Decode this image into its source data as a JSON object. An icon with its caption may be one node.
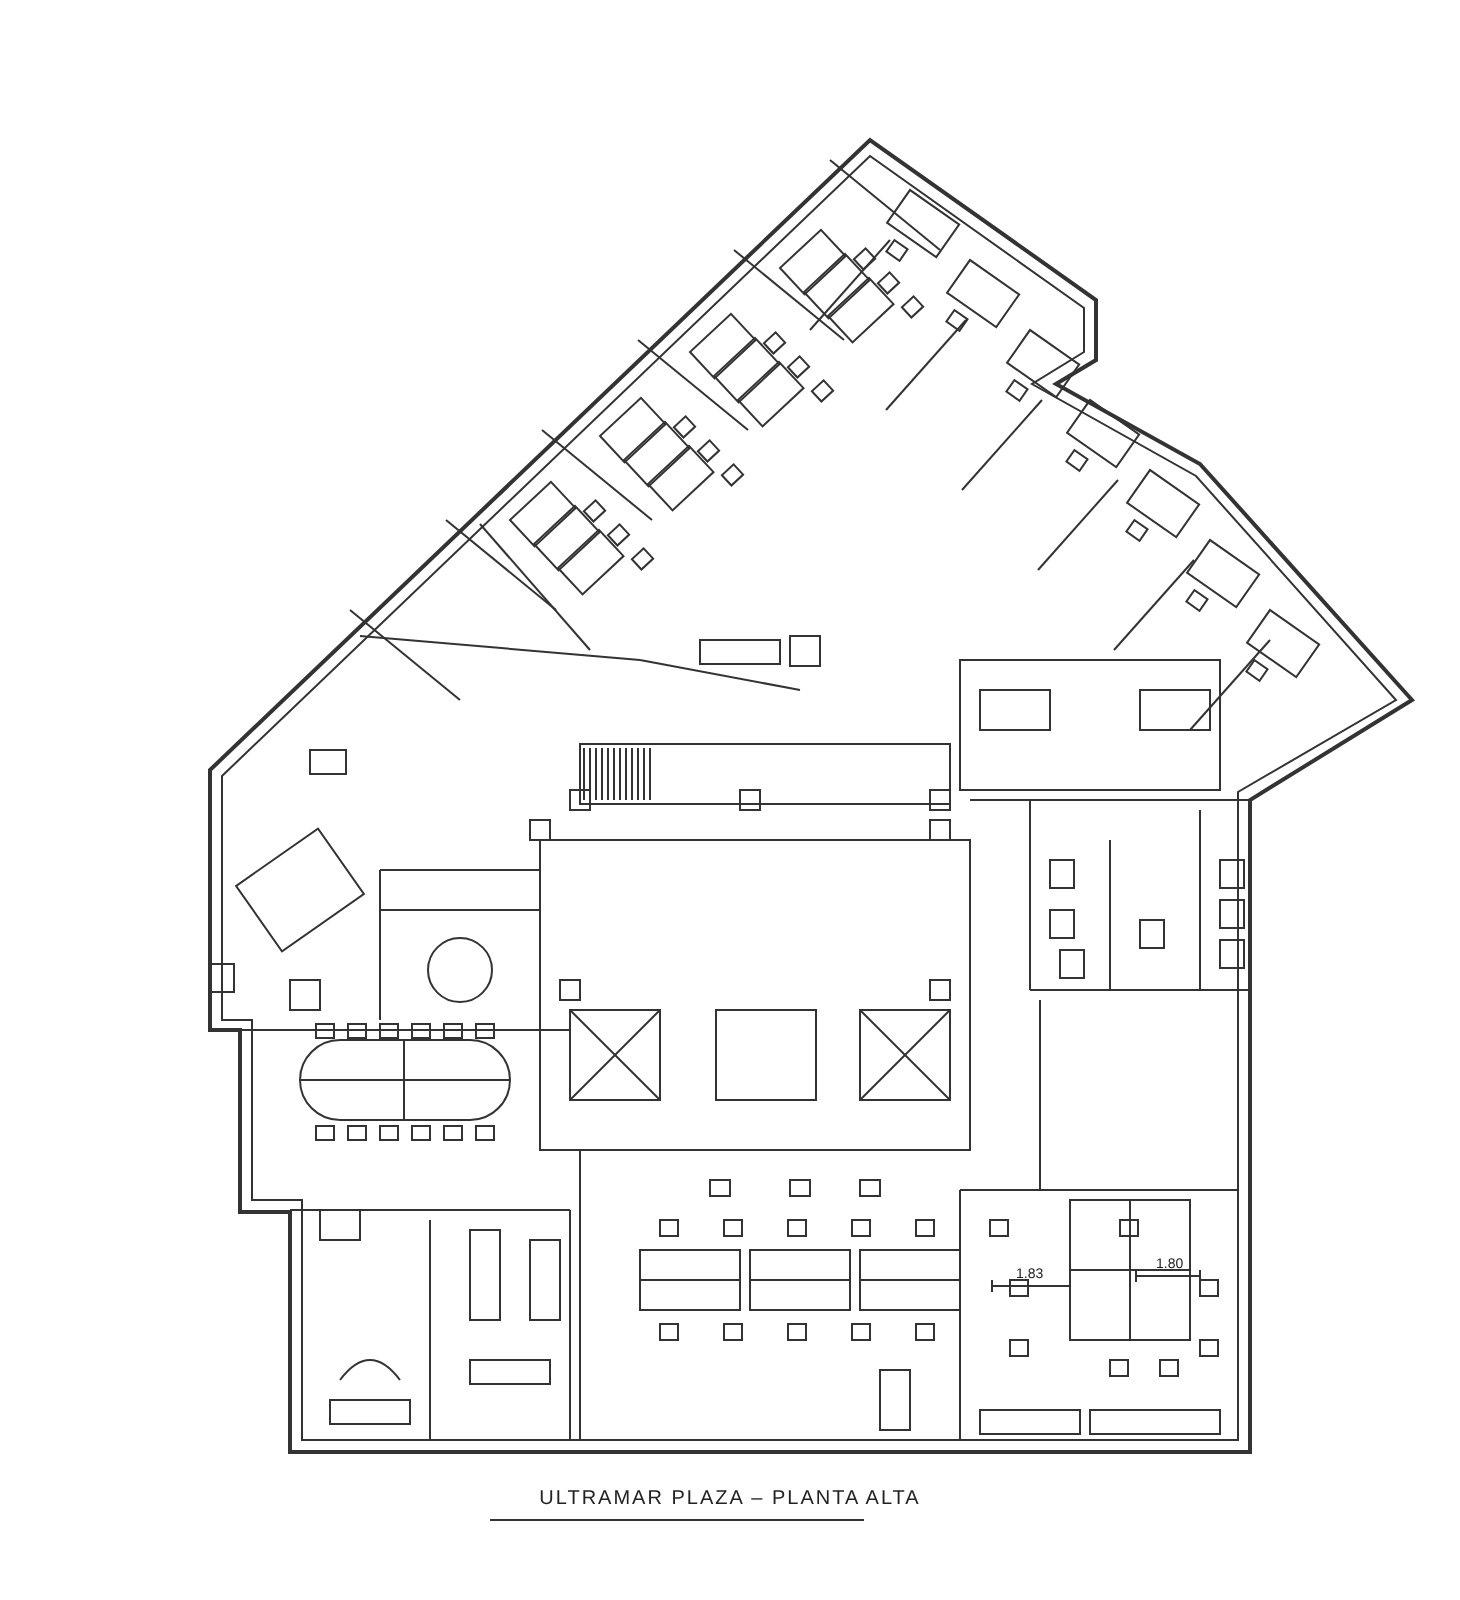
{
  "diagram": {
    "title": "ULTRAMAR PLAZA – PLANTA ALTA",
    "labels": [
      "1.83",
      "1.80"
    ]
  }
}
